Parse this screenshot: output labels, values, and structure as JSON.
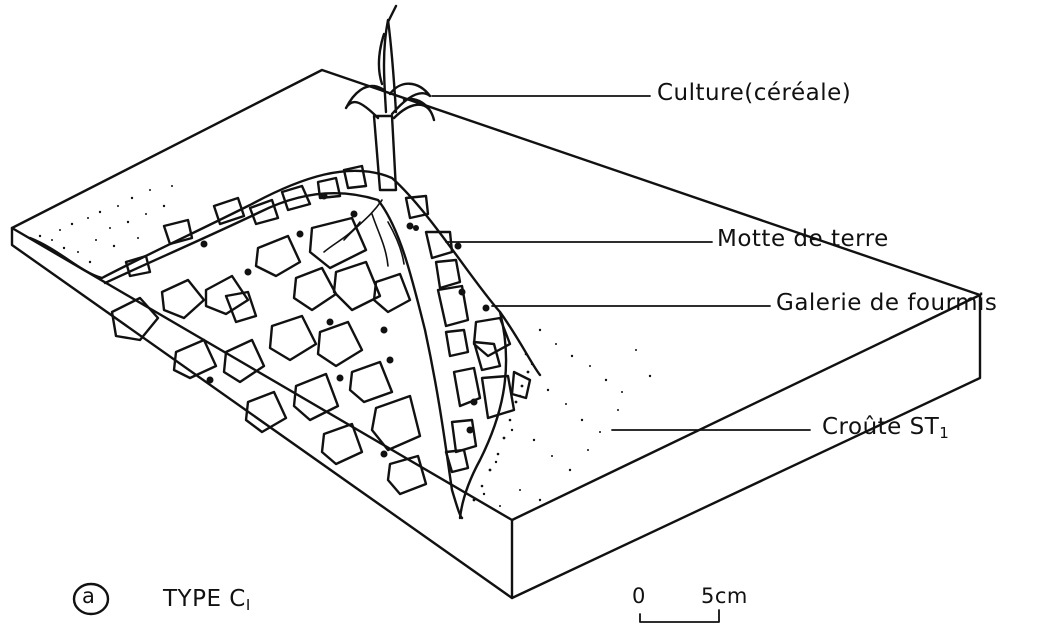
{
  "labels": {
    "culture": "Culture(céréale)",
    "motte": "Motte de terre",
    "galerie": "Galerie de fourmis",
    "croute": "Croûte ST",
    "croute_sub": "1"
  },
  "caption": {
    "marker": "a",
    "type": "TYPE C",
    "type_sub": "I"
  },
  "scale": {
    "zero": "0",
    "length": "5cm"
  }
}
